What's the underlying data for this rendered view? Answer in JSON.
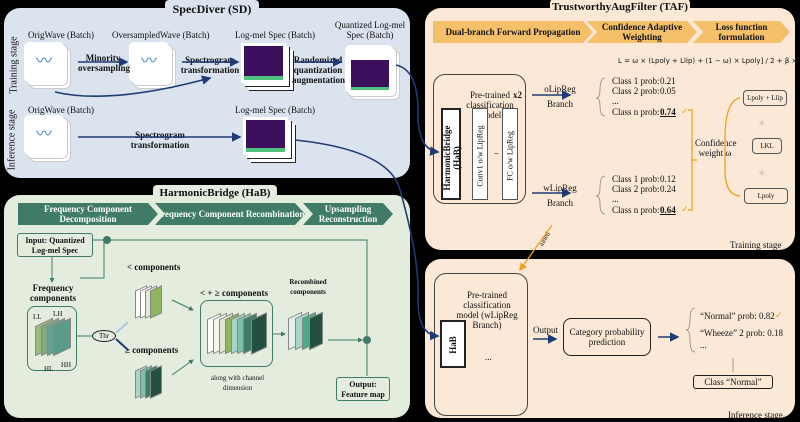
{
  "sd": {
    "title": "SpecDiver (SD)",
    "training_stage": "Training stage",
    "inference_stage": "Inference stage",
    "origwave": "OrigWave (Batch)",
    "oversampled": "OversampledWave (Batch)",
    "logmel": "Log-mel Spec (Batch)",
    "quantized": "Quantized Log-mel Spec (Batch)",
    "minority": "Minority oversampling",
    "spectrogram": "Spectrogram transformation",
    "randomized": "Randomized quantization augmentation"
  },
  "hab": {
    "title": "HarmonicBridge (HaB)",
    "steps": [
      "Frequency Component Decomposition",
      "Frequency Component Recombination",
      "Upsampling Reconstruction"
    ],
    "input": "Input: Quantized Log-mel Spec",
    "freq_components": "Frequency components",
    "thr": "Thr",
    "lt_components": "< components",
    "ge_components": "≥ components",
    "combined": "< + ≥ components",
    "along": "along with channel dimension",
    "recombined": "Recombined components",
    "output": "Output: Feature map",
    "ll": "LL",
    "lh": "LH",
    "hl": "HL",
    "hh": "HH"
  },
  "taf": {
    "title": "TrustworthyAugFilter (TAF)",
    "steps": [
      "Dual-branch Forward Propagation",
      "Confidence Adaptive Weighting",
      "Loss function formulation"
    ],
    "formula": "L = ω × (Lpoly + Llip) + (1 − ω) × Lpoly] / 2 + β × LKL",
    "model": "Pre-trained classification model",
    "x2": "x2",
    "hab_block": "HarmonicBridge (HaB)",
    "conv": "Conv1 o/w LipReg",
    "fc": "FC o/w LipReg",
    "dash": "–",
    "olip": "oLipReg",
    "wlip": "wLipReg",
    "branch": "Branch",
    "o_probs": [
      {
        "label": "Class 1 prob:",
        "value": "0.21"
      },
      {
        "label": "Class 2 prob:",
        "value": "0.05"
      },
      {
        "label": "...",
        "value": ""
      },
      {
        "label": "Class n prob:",
        "value": "0.74"
      }
    ],
    "w_probs": [
      {
        "label": "Class 1 prob:",
        "value": "0.12"
      },
      {
        "label": "Class 2 prob:",
        "value": "0.24"
      },
      {
        "label": "...",
        "value": ""
      },
      {
        "label": "Class n prob:",
        "value": "0.64"
      }
    ],
    "confidence": "Confidence weight ω",
    "loss1": "Lpoly + Llip",
    "loss2": "LKL",
    "loss3": "Lpoly",
    "training_stage": "Training stage",
    "trained": "ained"
  },
  "inf": {
    "model": "Pre-trained classification model (wLipReg Branch)",
    "hab": "HaB",
    "dots": "...",
    "output": "Output",
    "predict": "Category probability prediction",
    "normal": "“Normal” prob:  0.82",
    "wheeze": "“Wheeze” 2 prob:  0.18",
    "ellipsis": "...",
    "class": "Class “Normal”",
    "stage": "Inference stage"
  },
  "colors": {
    "sd_bg": "#dbe3ee",
    "hab_bg": "#e4ecdd",
    "taf_bg": "#fbe8d6",
    "taf_chevron": "#f4c06a",
    "hab_chevron": "#3f7b67",
    "arrow": "#1f3b73",
    "check": "#f0a020"
  }
}
